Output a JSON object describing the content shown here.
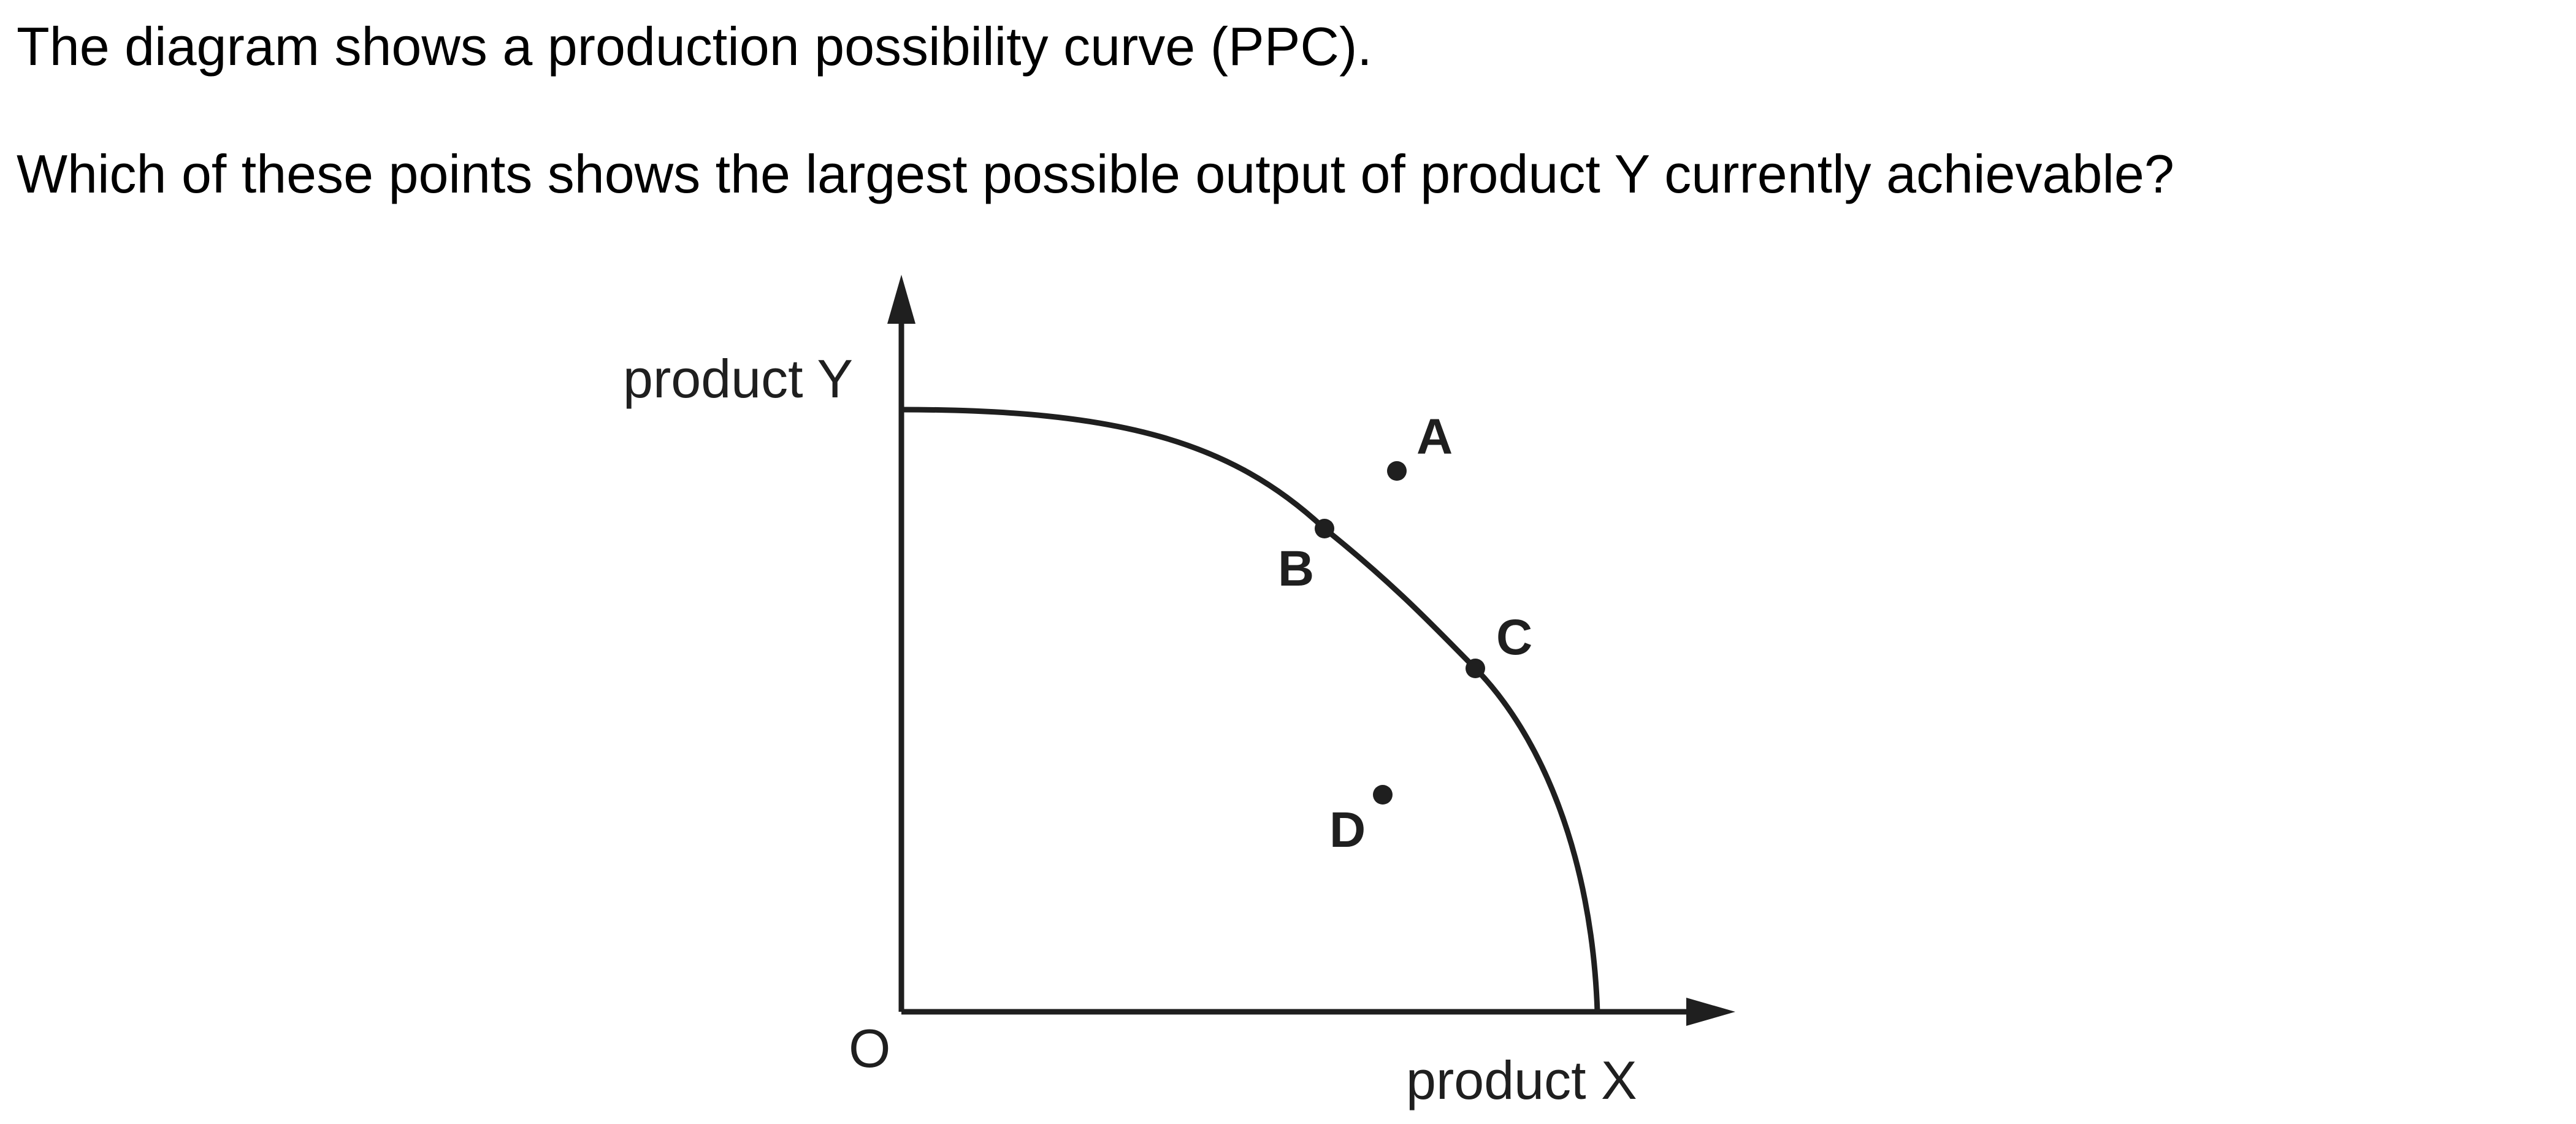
{
  "question": {
    "intro": "The diagram shows a production possibility curve (PPC).",
    "prompt": "Which of these points shows the largest possible output of product Y currently achievable?"
  },
  "diagram": {
    "y_axis_label": "product Y",
    "x_axis_label": "product X",
    "origin_label": "O",
    "points": [
      {
        "label": "A",
        "position": "outside the curve"
      },
      {
        "label": "B",
        "position": "on the curve"
      },
      {
        "label": "C",
        "position": "on the curve"
      },
      {
        "label": "D",
        "position": "inside the curve"
      }
    ],
    "colors": {
      "line": "#1f1f1f",
      "text": "#000000",
      "background": "#ffffff"
    }
  }
}
